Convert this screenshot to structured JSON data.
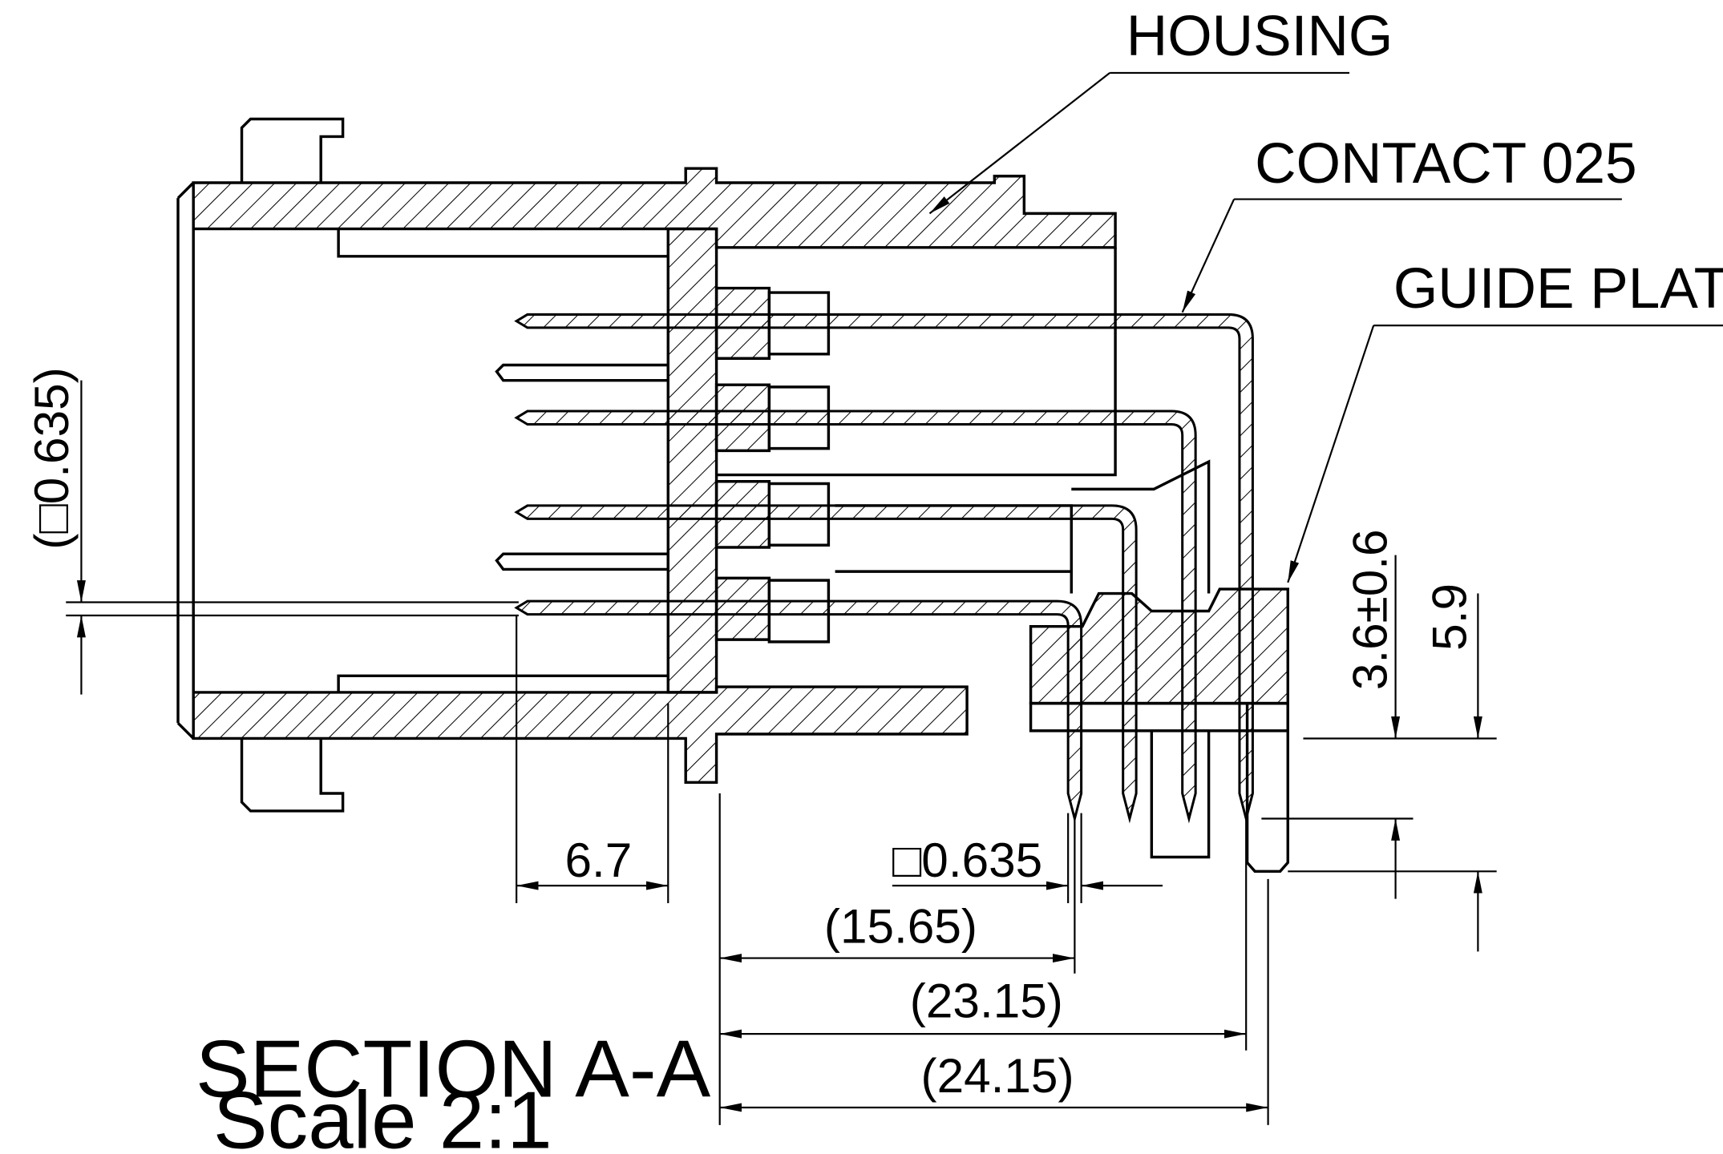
{
  "labels": {
    "housing": "HOUSING",
    "contact": "CONTACT 025",
    "guide_plate": "GUIDE PLATE"
  },
  "dimensions": {
    "pitch_vertical": "(□0.635)",
    "d_6_7": "6.7",
    "pin_square": "□0.635",
    "d_15_65": "(15.65)",
    "d_23_15": "(23.15)",
    "d_24_15": "(24.15)",
    "d_3_6": "3.6±0.6",
    "d_5_9": "5.9"
  },
  "title": {
    "section": "SECTION A-A",
    "scale": "Scale 2:1"
  }
}
